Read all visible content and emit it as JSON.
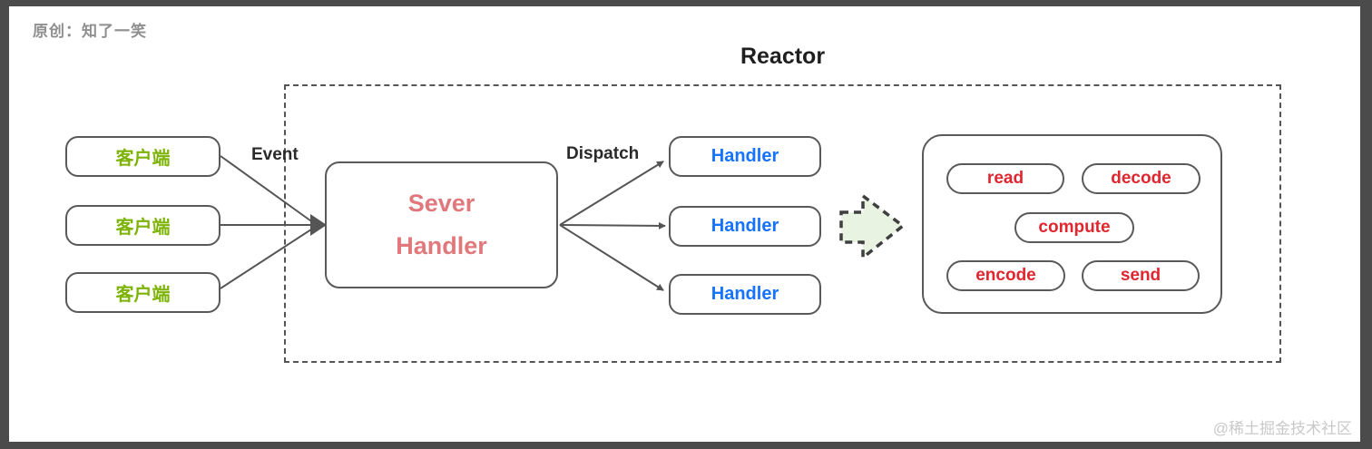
{
  "attribution": "原创：知了一笑",
  "title": "Reactor",
  "watermark": "@稀土掘金技术社区",
  "labels": {
    "event": "Event",
    "dispatch": "Dispatch"
  },
  "clients": [
    "客户端",
    "客户端",
    "客户端"
  ],
  "server": {
    "line1": "Sever",
    "line2": "Handler"
  },
  "handlers": [
    "Handler",
    "Handler",
    "Handler"
  ],
  "pipeline": [
    "read",
    "decode",
    "compute",
    "encode",
    "send"
  ],
  "icons": [
    "flow-block-arrow-icon",
    "fan-in-arrowhead",
    "fan-out-arrowheads"
  ],
  "colors": {
    "client_text": "#7cb305",
    "server_text": "#e0787c",
    "handler_text": "#1673ff",
    "pipeline_text": "#e0262e",
    "box_border": "#595959",
    "connector": "#555555",
    "block_arrow_fill": "#e9f3e2",
    "frame": "#4b4b4b",
    "title_text": "#1f1f1f",
    "attribution_text": "#8f8f8f",
    "watermark_text": "#c9c9c9"
  }
}
